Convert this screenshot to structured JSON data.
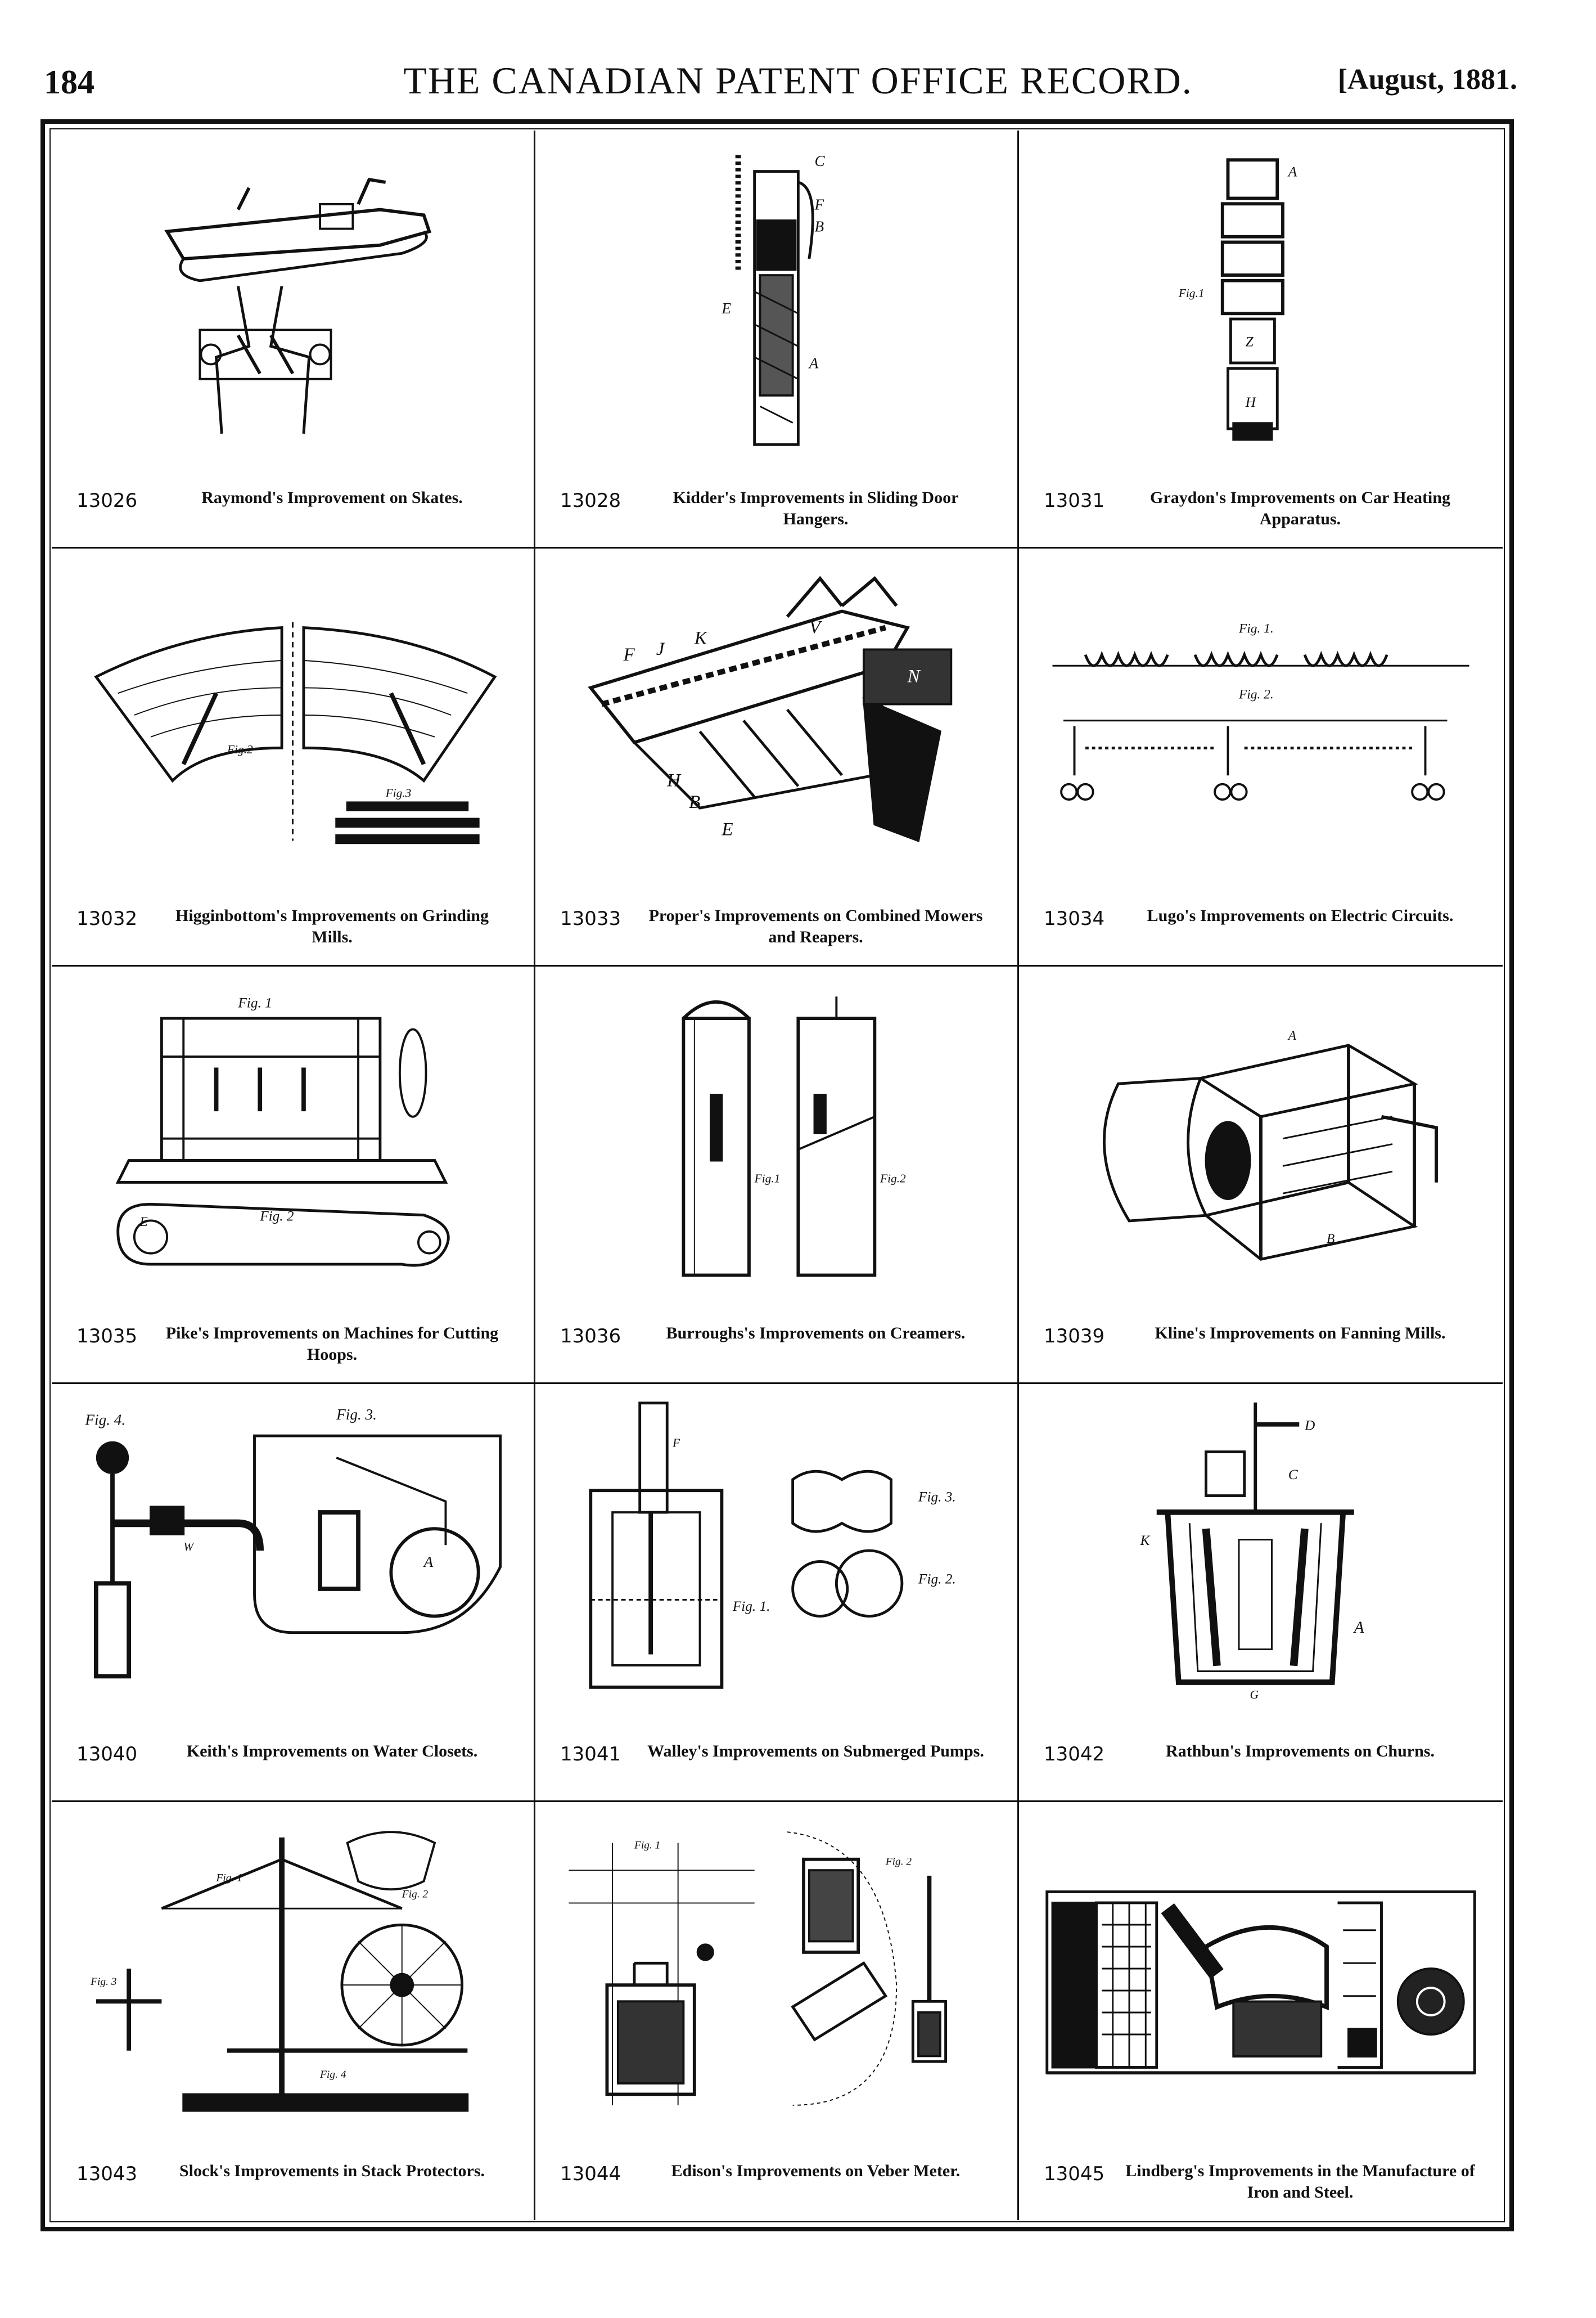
{
  "header": {
    "page_number": "184",
    "journal_title": "THE CANADIAN PATENT OFFICE RECORD.",
    "issue_date": "[August, 1881."
  },
  "entries": [
    {
      "patent_no": "13026",
      "title": "Raymond's Improvement on Skates.",
      "figure": "skate-drawing",
      "labels": [
        "",
        ""
      ]
    },
    {
      "patent_no": "13028",
      "title": "Kidder's Improvements in Sliding Door Hangers.",
      "figure": "door-hanger-drawing",
      "labels": [
        "C",
        "F",
        "B",
        "E",
        "A"
      ]
    },
    {
      "patent_no": "13031",
      "title": "Graydon's Improvements on Car Heating Apparatus.",
      "figure": "car-heater-drawing",
      "labels": [
        "A",
        "Fig.1",
        "Z",
        "H"
      ]
    },
    {
      "patent_no": "13032",
      "title": "Higginbottom's Improvements on Grinding Mills.",
      "figure": "grinding-mill-drawing",
      "labels": [
        "Fig.2",
        "Fig.3"
      ]
    },
    {
      "patent_no": "13033",
      "title": "Proper's Improvements on Combined Mowers and Reapers.",
      "figure": "mower-reaper-drawing",
      "labels": [
        "F",
        "J",
        "K",
        "V",
        "N",
        "H",
        "B",
        "E"
      ]
    },
    {
      "patent_no": "13034",
      "title": "Lugo's Improvements on Electric Circuits.",
      "figure": "electric-circuit-drawing",
      "labels": [
        "Fig. 1.",
        "Fig. 2."
      ]
    },
    {
      "patent_no": "13035",
      "title": "Pike's Improvements on Machines for Cutting Hoops.",
      "figure": "hoop-cutter-drawing",
      "labels": [
        "Fig. 1",
        "Fig. 2",
        "E"
      ]
    },
    {
      "patent_no": "13036",
      "title": "Burroughs's Improvements on Creamers.",
      "figure": "creamer-drawing",
      "labels": [
        "Fig.1",
        "Fig.2"
      ]
    },
    {
      "patent_no": "13039",
      "title": "Kline's Improvements on Fanning Mills.",
      "figure": "fanning-mill-drawing",
      "labels": [
        "A",
        "B"
      ]
    },
    {
      "patent_no": "13040",
      "title": "Keith's Improvements on Water Closets.",
      "figure": "water-closet-drawing",
      "labels": [
        "Fig. 4.",
        "Fig. 3.",
        "A",
        "W"
      ]
    },
    {
      "patent_no": "13041",
      "title": "Walley's Improvements on Submerged Pumps.",
      "figure": "submerged-pump-drawing",
      "labels": [
        "F",
        "Fig. 1.",
        "Fig. 2.",
        "Fig. 3."
      ]
    },
    {
      "patent_no": "13042",
      "title": "Rathbun's Improvements on Churns.",
      "figure": "churn-drawing",
      "labels": [
        "D",
        "C",
        "K",
        "A",
        "G"
      ]
    },
    {
      "patent_no": "13043",
      "title": "Slock's Improvements in Stack Protectors.",
      "figure": "stack-protector-drawing",
      "labels": [
        "Fig. 1",
        "Fig. 2",
        "Fig. 3",
        "Fig. 4"
      ]
    },
    {
      "patent_no": "13044",
      "title": "Edison's Improvements on Veber Meter.",
      "figure": "meter-drawing",
      "labels": [
        "Fig. 1",
        "Fig. 2"
      ]
    },
    {
      "patent_no": "13045",
      "title": "Lindberg's Improvements in the Manufacture of Iron and Steel.",
      "figure": "iron-furnace-drawing",
      "labels": []
    }
  ]
}
